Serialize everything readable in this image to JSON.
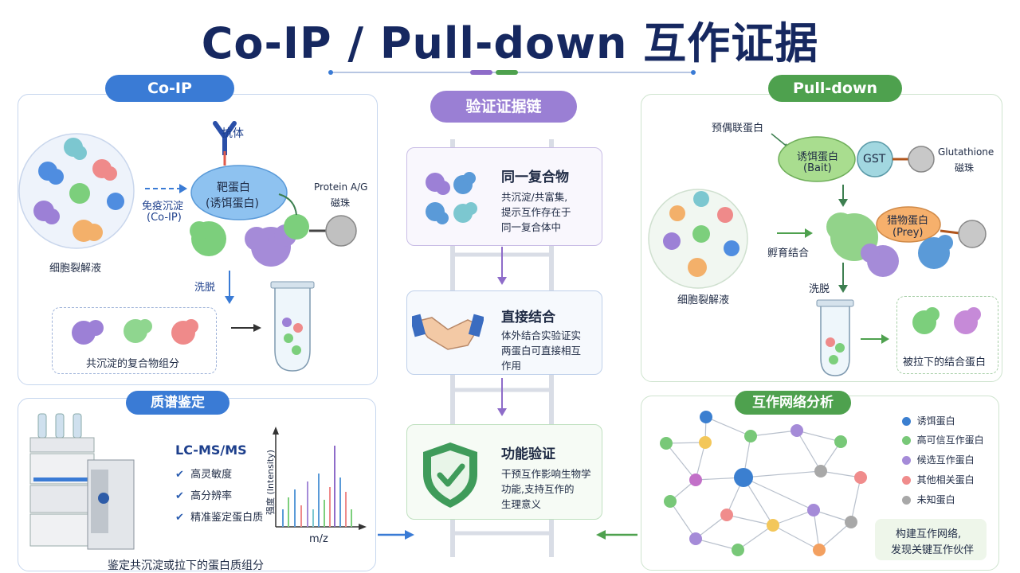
{
  "title": "Co-IP / Pull-down 互作证据",
  "coip": {
    "pill": "Co-IP",
    "antibody": "抗体",
    "target": "靶蛋白",
    "target_sub": "(诱饵蛋白)",
    "beads": "Protein A/G",
    "beads_sub": "磁珠",
    "ip": "免疫沉淀",
    "ip_sub": "(Co-IP)",
    "lysate": "细胞裂解液",
    "elute": "洗脱",
    "complex": "共沉淀的复合物组分"
  },
  "chain": {
    "pill": "验证证据链",
    "cards": [
      {
        "title": "同一复合物",
        "text": [
          "共沉淀/共富集,",
          "提示互作存在于",
          "同一复合体中"
        ]
      },
      {
        "title": "直接结合",
        "text": [
          "体外结合实验证实",
          "两蛋白可直接相互",
          "作用"
        ]
      },
      {
        "title": "功能验证",
        "text": [
          "干预互作影响生物学",
          "功能,支持互作的",
          "生理意义"
        ]
      }
    ]
  },
  "pulldown": {
    "pill": "Pull-down",
    "precoupled": "预偶联蛋白",
    "bait": "诱饵蛋白",
    "bait_sub": "(Bait)",
    "gst": "GST",
    "glutathione": "Glutathione",
    "glutathione_sub": "磁珠",
    "prey": "猎物蛋白",
    "prey_sub": "(Prey)",
    "incubate": "孵育结合",
    "lysate": "细胞裂解液",
    "elute": "洗脱",
    "pulled": "被拉下的结合蛋白"
  },
  "ms": {
    "pill": "质谱鉴定",
    "method": "LC-MS/MS",
    "features": [
      "高灵敏度",
      "高分辨率",
      "精准鉴定蛋白质"
    ],
    "ylabel": "强度 (Intensity)",
    "xlabel": "m/z",
    "caption": "鉴定共沉淀或拉下的蛋白质组分"
  },
  "network": {
    "pill": "互作网络分析",
    "legend": [
      {
        "label": "诱饵蛋白",
        "color": "#3b7fd0"
      },
      {
        "label": "高可信互作蛋白",
        "color": "#78c878"
      },
      {
        "label": "候选互作蛋白",
        "color": "#a58bd8"
      },
      {
        "label": "其他相关蛋白",
        "color": "#f08c8c"
      },
      {
        "label": "未知蛋白",
        "color": "#a8a8a8"
      }
    ],
    "summary": [
      "构建互作网络,",
      "发现关键互作伙伴"
    ]
  },
  "colors": {
    "blue": "#3a7bd5",
    "purple": "#8e6cc9",
    "green": "#4ea14e",
    "navy": "#162860"
  }
}
